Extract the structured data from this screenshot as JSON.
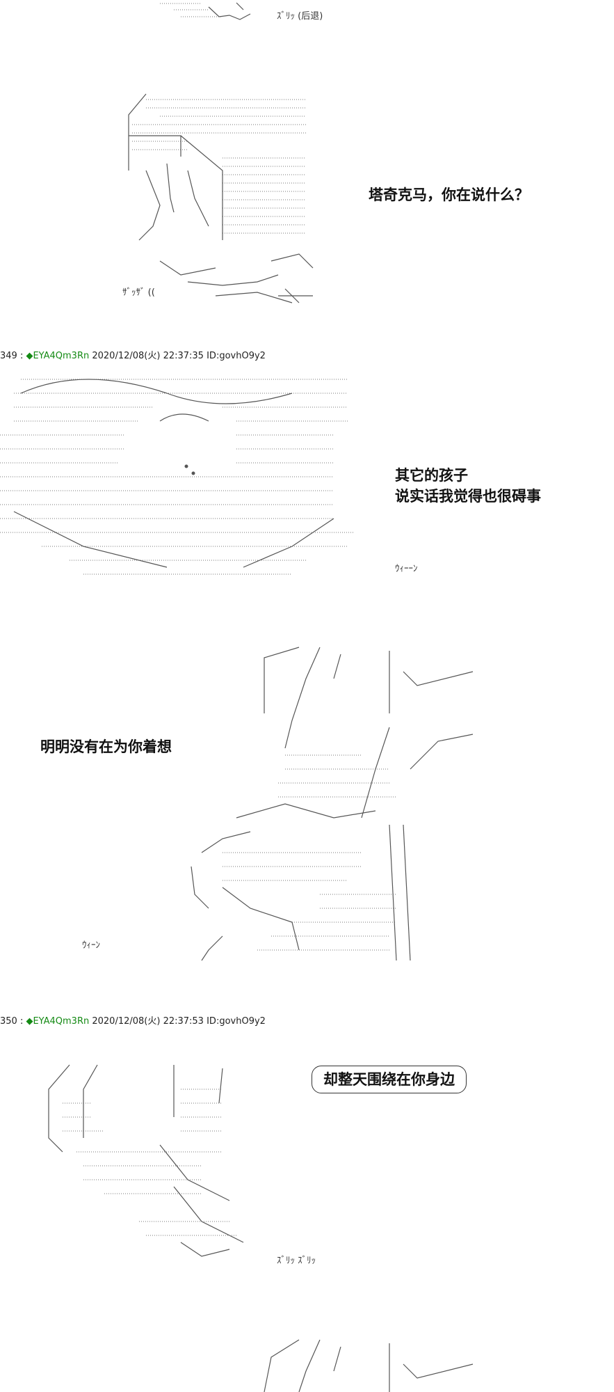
{
  "panels": [
    {
      "sfx": "ｽﾞﾘｯ (后退)"
    },
    {
      "speech": "塔奇克马，你在说什么？",
      "sfx": "ｻﾞｯｻﾞ  (("
    },
    {
      "header": {
        "post_number": "349 :",
        "uid": "◆EYA4Qm3Rn",
        "datetime": "2020/12/08(火) 22:37:35",
        "id": "ID:govhO9y2"
      },
      "speech_lines": [
        "其它的孩子",
        "说实话我觉得也很碍事"
      ],
      "sfx": "ｳｨｰｰﾝ"
    },
    {
      "speech": "明明没有在为你着想",
      "sfx": "ｳｨｰﾝ"
    },
    {
      "header": {
        "post_number": "350 :",
        "uid": "◆EYA4Qm3Rn",
        "datetime": "2020/12/08(火) 22:37:53",
        "id": "ID:govhO9y2"
      },
      "speech": "却整天围绕在你身边",
      "sfx": "ｽﾞﾘｯ ｽﾞﾘｯ"
    }
  ]
}
